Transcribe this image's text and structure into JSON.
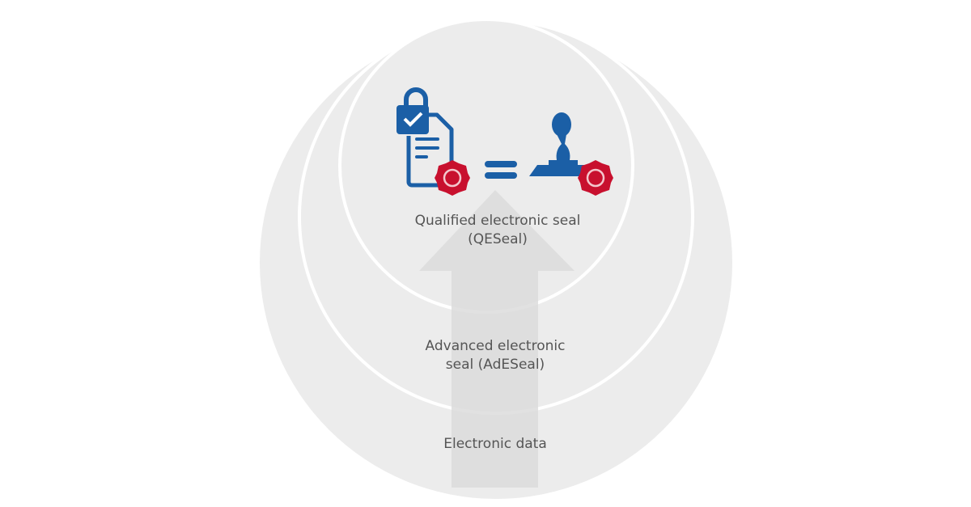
{
  "levels": {
    "qualified": {
      "line1": "Qualified electronic seal",
      "line2": "(QESeal)"
    },
    "advanced": {
      "line1": "Advanced electronic",
      "line2": "seal (AdESeal)"
    },
    "basic": {
      "line1": "Electronic data"
    }
  },
  "icons": [
    "locked-document-icon",
    "equals-icon",
    "stamp-icon",
    "wax-seal-icon"
  ],
  "colors": {
    "blue": "#1b5fa6",
    "red": "#c8102e",
    "circle": "#ececec",
    "arrow": "#dedede",
    "ring": "#ffffff"
  }
}
